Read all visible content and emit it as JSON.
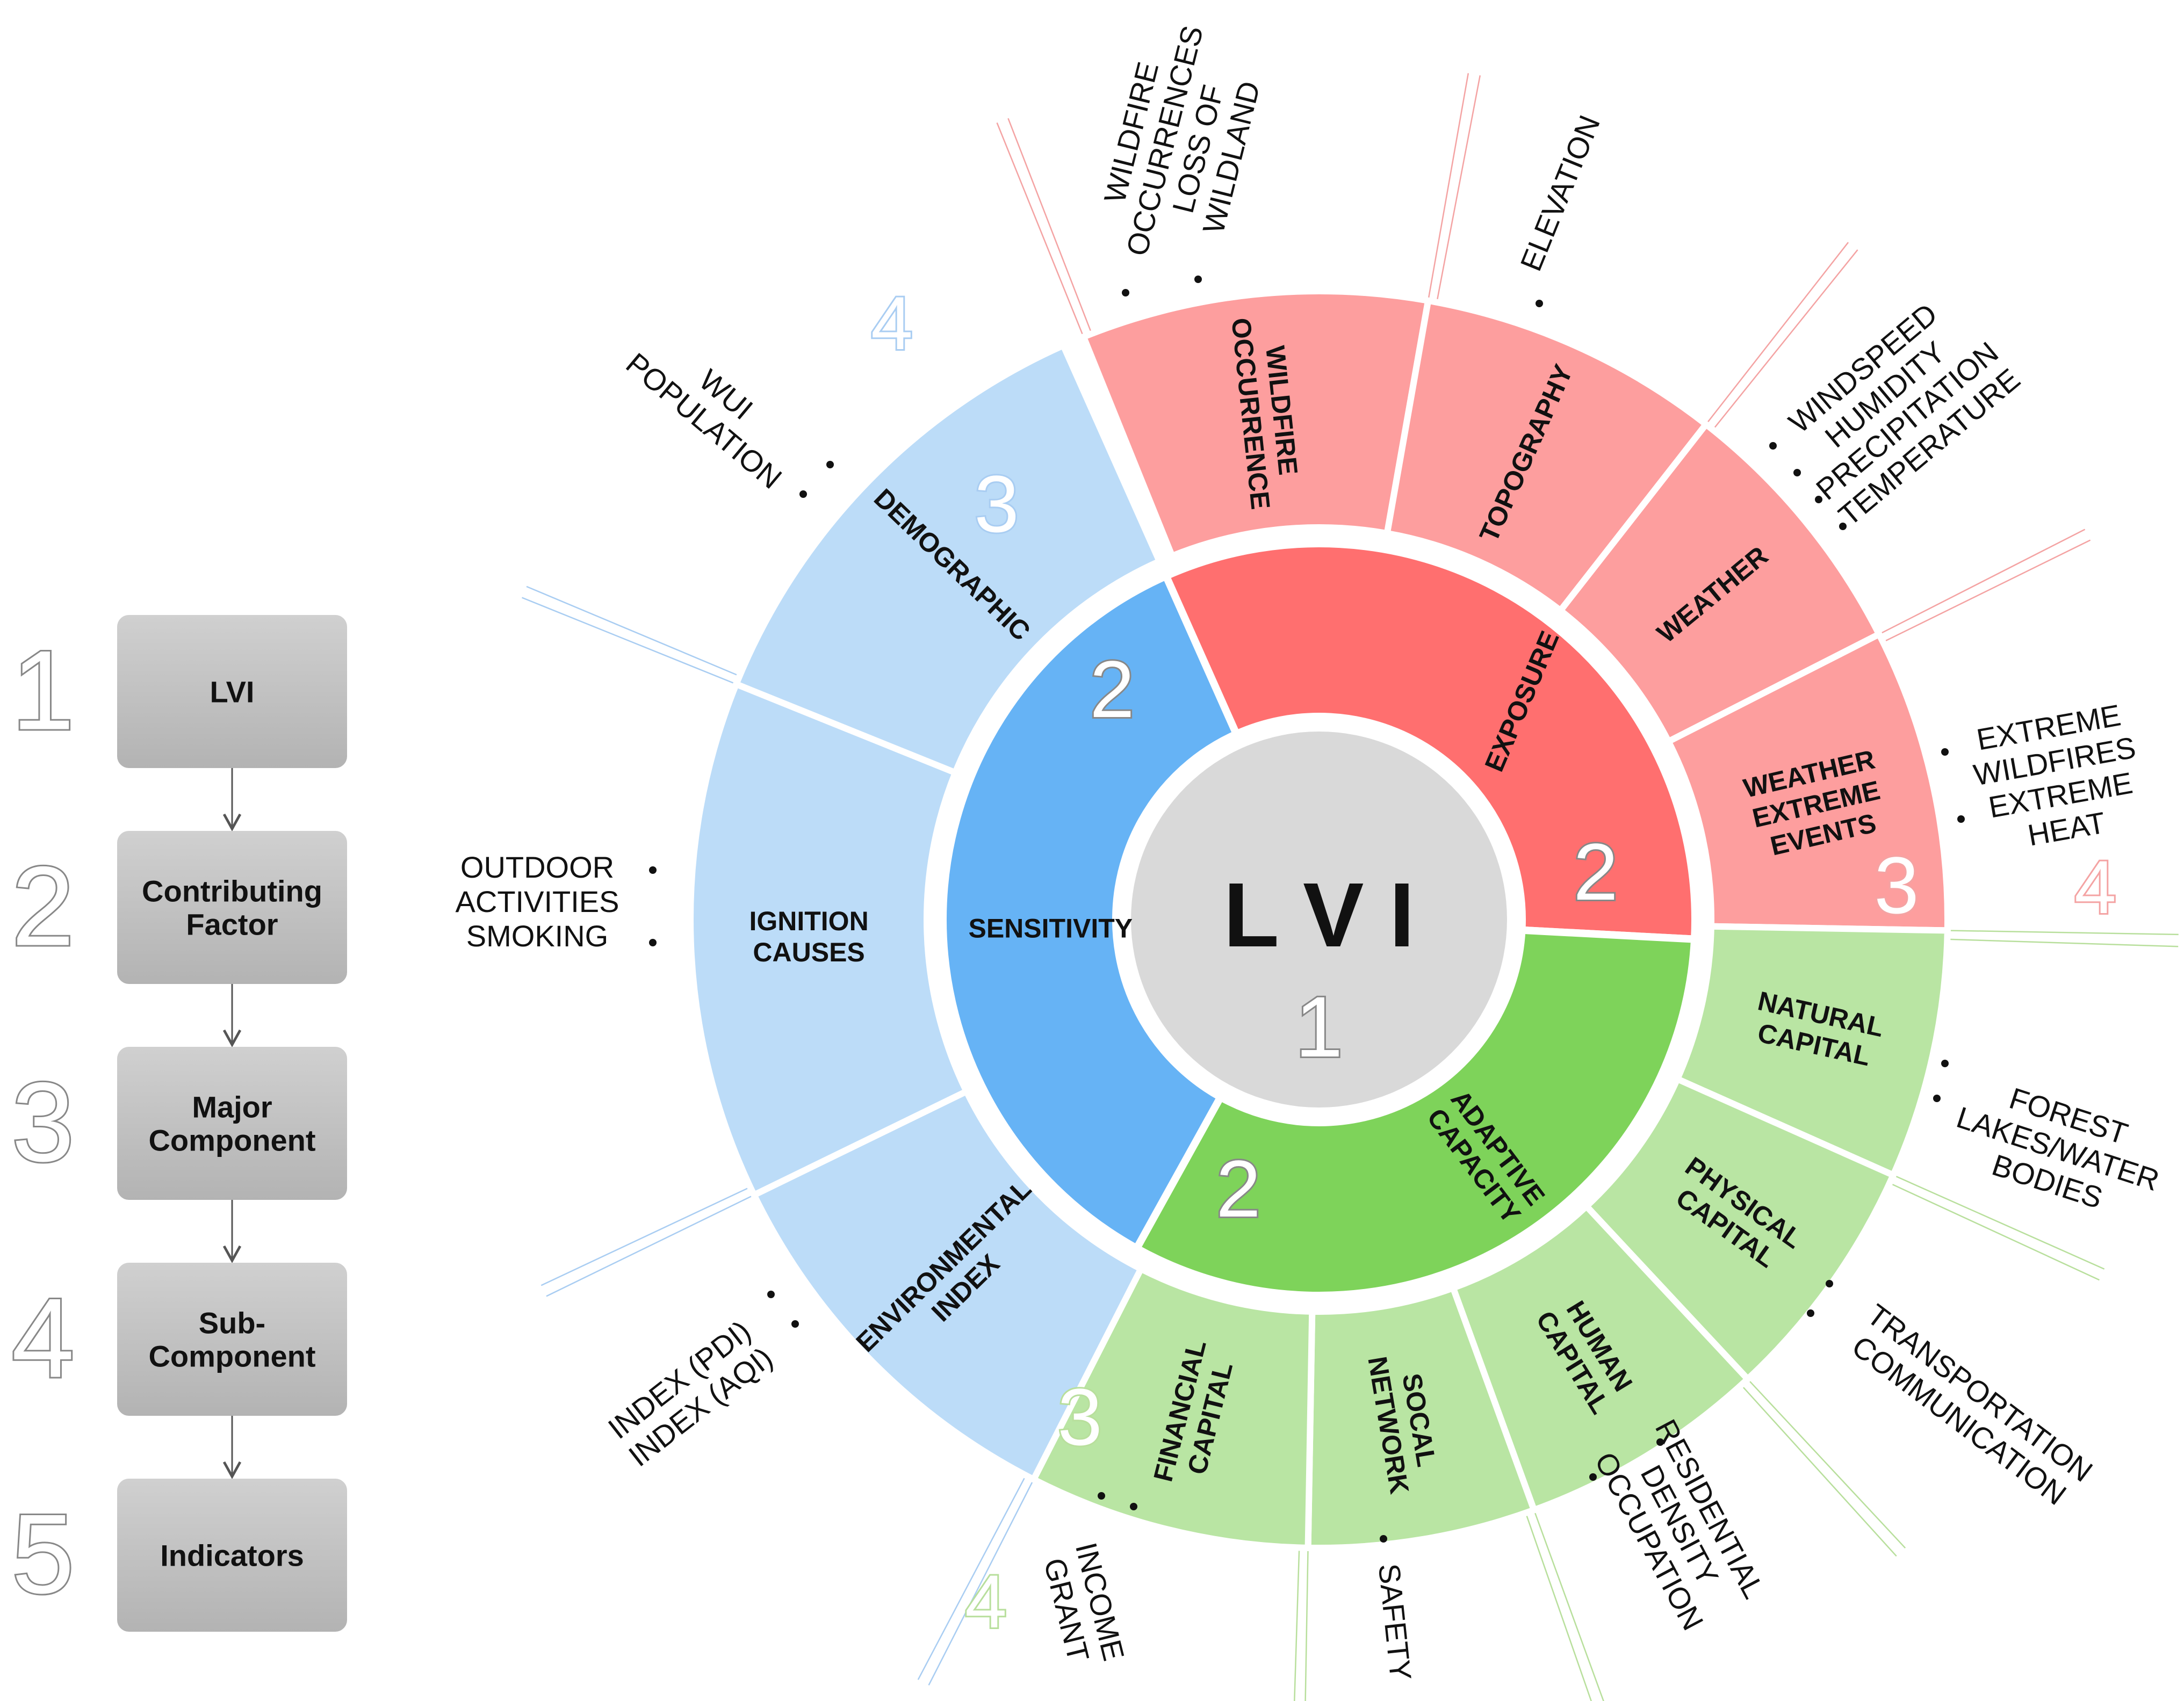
{
  "levels": [
    {
      "num": "1",
      "label_lines": [
        "LVI"
      ]
    },
    {
      "num": "2",
      "label_lines": [
        "Contributing",
        "Factor"
      ]
    },
    {
      "num": "3",
      "label_lines": [
        "Major",
        "Component"
      ]
    },
    {
      "num": "4",
      "label_lines": [
        "Sub-",
        "Component"
      ]
    },
    {
      "num": "5",
      "label_lines": [
        "Indicators"
      ]
    }
  ],
  "center": {
    "label": "L V I",
    "num": "1"
  },
  "contributing_factors": [
    {
      "name": "Exposure",
      "label_lines": [
        "EXPOSURE"
      ],
      "num": "2",
      "color": "#ff6f6f"
    },
    {
      "name": "Adaptive Capacity",
      "label_lines": [
        "ADAPTIVE",
        "CAPACITY"
      ],
      "num": "2",
      "color": "#7ed35a"
    },
    {
      "name": "Sensitivity",
      "label_lines": [
        "SENSITIVITY"
      ],
      "num": "2",
      "color": "#66b3f5"
    }
  ],
  "major_components": [
    {
      "factor": "Exposure",
      "label_lines": [
        "WILDFIRE",
        "OCCURRENCE"
      ]
    },
    {
      "factor": "Exposure",
      "label_lines": [
        "TOPOGRAPHY"
      ]
    },
    {
      "factor": "Exposure",
      "label_lines": [
        "WEATHER"
      ]
    },
    {
      "factor": "Exposure",
      "label_lines": [
        "WEATHER",
        "EXTREME",
        "EVENTS"
      ]
    },
    {
      "factor": "Adaptive Capacity",
      "label_lines": [
        "NATURAL",
        "CAPITAL"
      ]
    },
    {
      "factor": "Adaptive Capacity",
      "label_lines": [
        "PHYSICAL",
        "CAPITAL"
      ]
    },
    {
      "factor": "Adaptive Capacity",
      "label_lines": [
        "HUMAN",
        "CAPITAL"
      ]
    },
    {
      "factor": "Adaptive Capacity",
      "label_lines": [
        "SOCAL",
        "NETWORK"
      ]
    },
    {
      "factor": "Adaptive Capacity",
      "label_lines": [
        "FINANCIAL",
        "CAPITAL"
      ]
    },
    {
      "factor": "Sensitivity",
      "label_lines": [
        "ENVIRONMENTAL",
        "INDEX"
      ]
    },
    {
      "factor": "Sensitivity",
      "label_lines": [
        "IGNITION",
        "CAUSES"
      ]
    },
    {
      "factor": "Sensitivity",
      "label_lines": [
        "DEMOGRAPHIC"
      ]
    }
  ],
  "ring_numbers": {
    "major": "3",
    "sub": "4"
  },
  "sub_components": [
    {
      "component": "WILDFIRE OCCURRENCE",
      "items": [
        "WILDFIRE",
        "OCCURRENCES",
        "LOSS OF",
        "WILDLAND"
      ]
    },
    {
      "component": "TOPOGRAPHY",
      "items": [
        "ELEVATION"
      ]
    },
    {
      "component": "WEATHER",
      "items": [
        "WINDSPEED",
        "HUMIDITY",
        "PRECIPITATION",
        "TEMPERATURE"
      ]
    },
    {
      "component": "WEATHER EXTREME EVENTS",
      "items": [
        "EXTREME",
        "WILDFIRES",
        "EXTREME",
        "HEAT"
      ]
    },
    {
      "component": "NATURAL CAPITAL",
      "items": [
        "FOREST",
        "LAKES/WATER",
        "BODIES"
      ]
    },
    {
      "component": "PHYSICAL CAPITAL",
      "items": [
        "TRANSPORTATION",
        "COMMUNICATION"
      ]
    },
    {
      "component": "HUMAN CAPITAL",
      "items": [
        "RESIDENTIAL",
        "DENSITY",
        "OCCUPATION"
      ]
    },
    {
      "component": "SOCAL NETWORK",
      "items": [
        "SAFETY"
      ]
    },
    {
      "component": "FINANCIAL CAPITAL",
      "items": [
        "INCOME",
        "GRANT"
      ]
    },
    {
      "component": "ENVIRONMENTAL INDEX",
      "items": [
        "INDEX (PDI)",
        "INDEX (AQI)"
      ]
    },
    {
      "component": "IGNITION CAUSES",
      "items": [
        "OUTDOOR",
        "ACTIVITIES",
        "SMOKING"
      ]
    },
    {
      "component": "DEMOGRAPHIC",
      "items": [
        "WUI",
        "POPULATION"
      ]
    }
  ],
  "colors": {
    "exposure_dark": "#ff6f6f",
    "exposure_light": "#fd9e9e",
    "exposure_num": "#f4a3a3",
    "adaptive_dark": "#7ed35a",
    "adaptive_light": "#b9e5a3",
    "adaptive_num": "#b8df9c",
    "sensitivity_dark": "#66b3f5",
    "sensitivity_light": "#bcdcf8",
    "sensitivity_num": "#a9cdf2",
    "center": "#d9d9d9",
    "box": "#c6c6c6"
  }
}
